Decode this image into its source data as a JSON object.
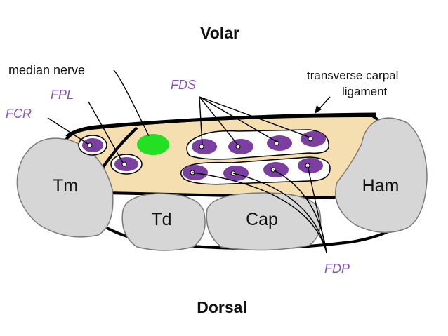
{
  "labels": {
    "volar": "Volar",
    "dorsal": "Dorsal",
    "median_nerve": "median nerve",
    "fpl": "FPL",
    "fcr": "FCR",
    "fds": "FDS",
    "fdp": "FDP",
    "transverse_line1": "transverse carpal",
    "transverse_line2": "ligament",
    "tm": "Tm",
    "td": "Td",
    "cap": "Cap",
    "ham": "Ham"
  },
  "colors": {
    "tendon_purple": "#7a3fa0",
    "label_purple": "#8a52b8",
    "nerve_green": "#22e022",
    "tunnel_fill": "#f5deb0",
    "bone_fill": "#d6d6d6",
    "bone_stroke": "#7a7a7a",
    "outline": "#000000"
  }
}
